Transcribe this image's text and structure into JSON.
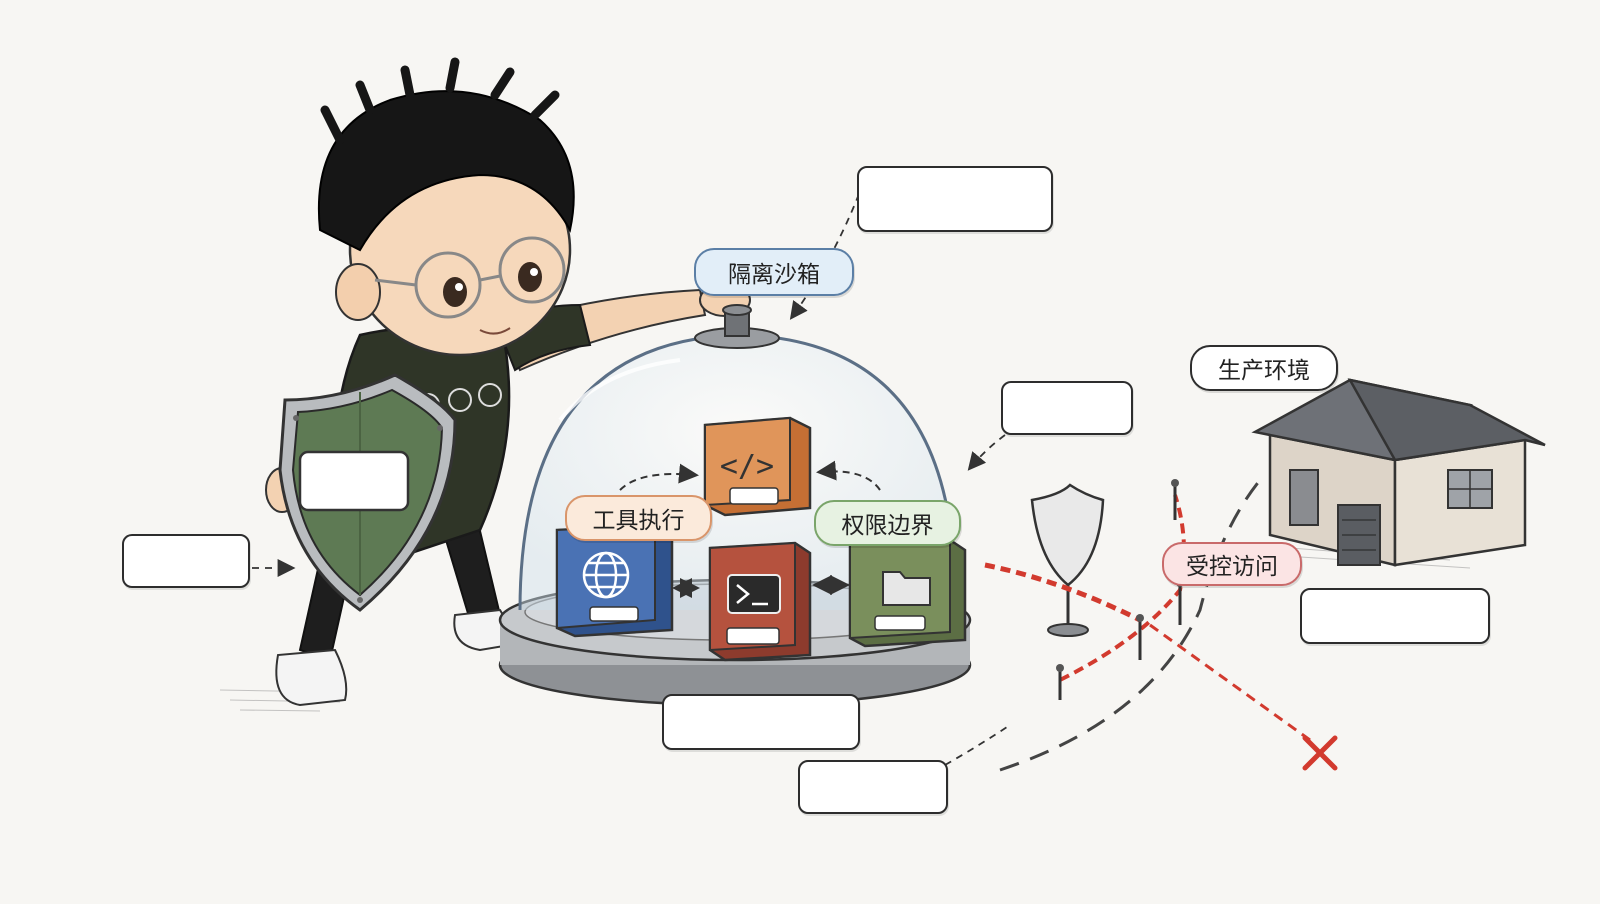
{
  "labels": {
    "sandbox": "隔离沙箱",
    "tool_exec": "工具执行",
    "permission": "权限边界",
    "production": "生产环境",
    "controlled_access": "受控访问"
  },
  "colors": {
    "sandbox_tag_bg": "#e2eef8",
    "sandbox_tag_border": "#5b7fa6",
    "tool_tag_bg": "#fbeadb",
    "tool_tag_border": "#d9956a",
    "permission_tag_bg": "#e7f2e2",
    "permission_tag_border": "#7aa56a",
    "production_tag_bg": "#ffffff",
    "access_tag_bg": "#fbe4e4",
    "access_tag_border": "#c96a6a",
    "shield_green": "#5e7a54",
    "code_cube": "#d9884a",
    "globe_cube": "#4a72b4",
    "terminal_cube": "#b5523e",
    "folder_cube": "#7a8f5c",
    "blocked_path": "#d23a2e"
  },
  "icons": [
    "code-icon",
    "globe-icon",
    "terminal-icon",
    "folder-icon",
    "shield-icon",
    "house-icon",
    "blocked-x-icon",
    "knob-icon"
  ]
}
